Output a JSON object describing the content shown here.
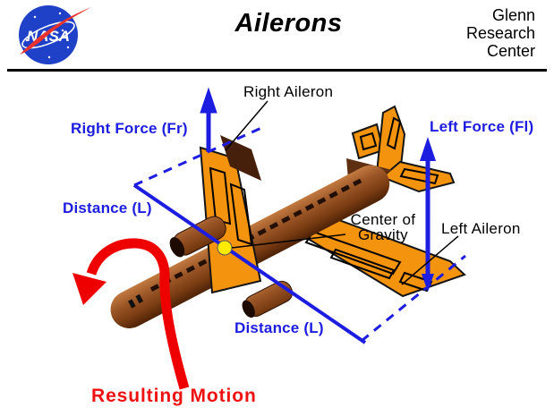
{
  "header": {
    "title": "Ailerons",
    "nasa_logo_text": "NASA",
    "org_lines": [
      "Glenn",
      "Research",
      "Center"
    ]
  },
  "diagram_labels": {
    "right_aileron": "Right Aileron",
    "right_force": "Right Force (Fr)",
    "left_force": "Left Force (Fl)",
    "distance": "Distance (L)",
    "center_of_gravity": [
      "Center of",
      "Gravity"
    ],
    "left_aileron": "Left Aileron",
    "resulting_motion": "Resulting Motion"
  },
  "colors": {
    "label_blue": "#1d1de0",
    "motion_red": "#ee0000",
    "body_orange": "#f4930e",
    "fuselage_brown": "#8a4a1e",
    "aileron_dark_brown": "#46200a",
    "cg_yellow": "#ffec00",
    "nasa_blue": "#1f41c8",
    "nasa_red": "#e8332e"
  }
}
